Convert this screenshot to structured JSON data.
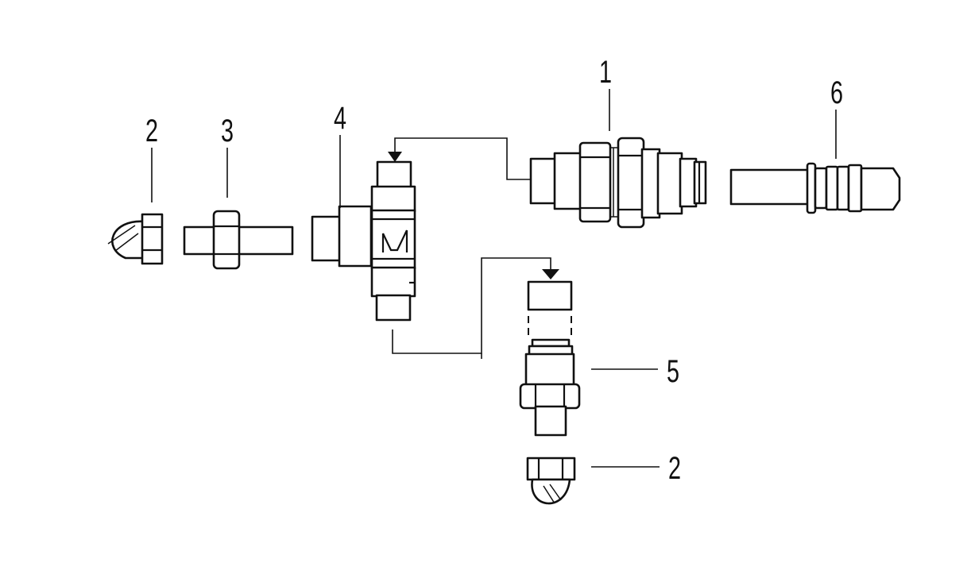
{
  "diagram": {
    "callouts": [
      {
        "id": "c1",
        "label": "1"
      },
      {
        "id": "c2a",
        "label": "2"
      },
      {
        "id": "c3",
        "label": "3"
      },
      {
        "id": "c4",
        "label": "4"
      },
      {
        "id": "c5",
        "label": "5"
      },
      {
        "id": "c2b",
        "label": "2"
      },
      {
        "id": "c6",
        "label": "6"
      }
    ],
    "colors": {
      "line": "#111111",
      "background": "#ffffff"
    }
  }
}
